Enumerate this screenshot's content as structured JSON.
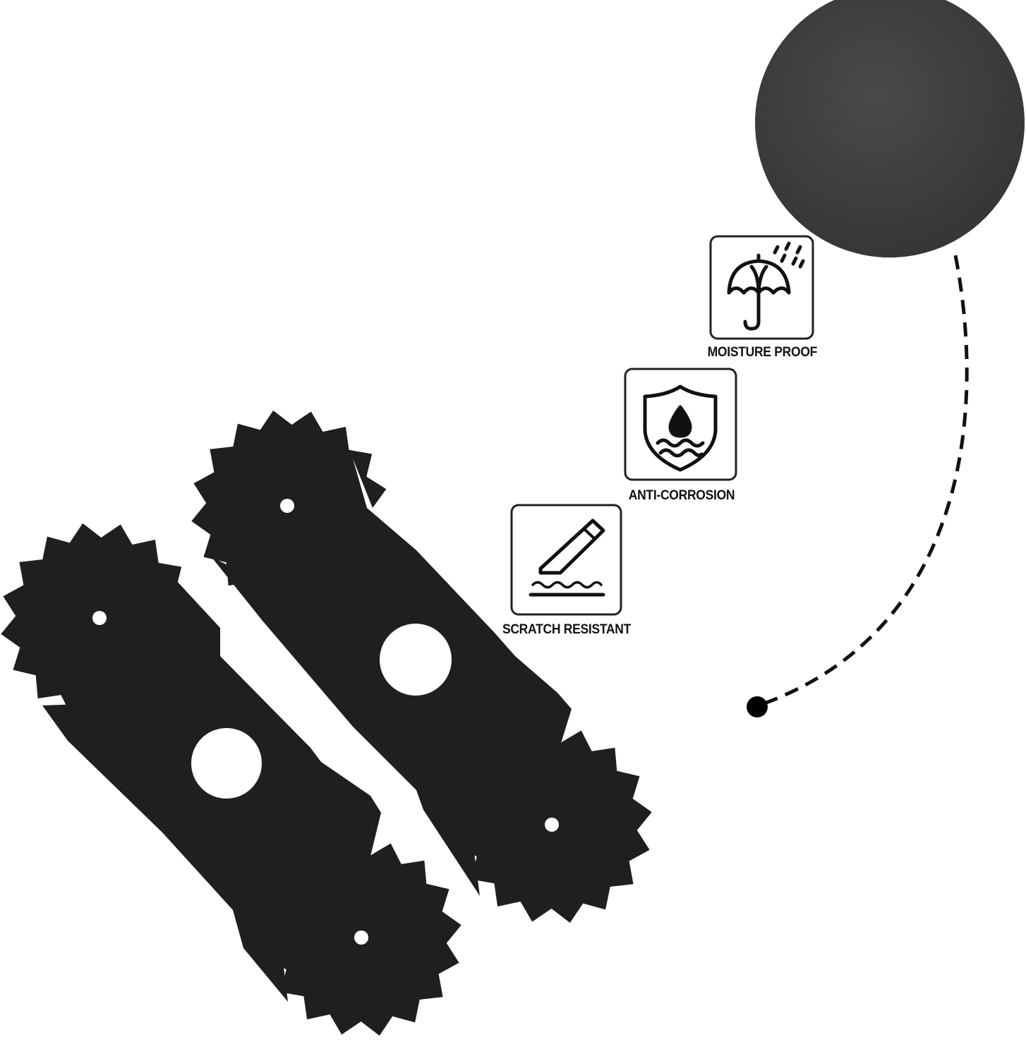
{
  "badges": {
    "moisture": {
      "label": "MOISTURE PROOF",
      "icon": "umbrella-rain-icon"
    },
    "corrosion": {
      "label": "ANTI-CORROSION",
      "icon": "shield-drop-icon"
    },
    "scratch": {
      "label": "SCRATCH RESISTANT",
      "icon": "blade-surface-icon"
    }
  },
  "colors": {
    "blade": "#1f1f1f",
    "texture": "#3a3a3a",
    "ink": "#111111",
    "background": "#ffffff"
  }
}
